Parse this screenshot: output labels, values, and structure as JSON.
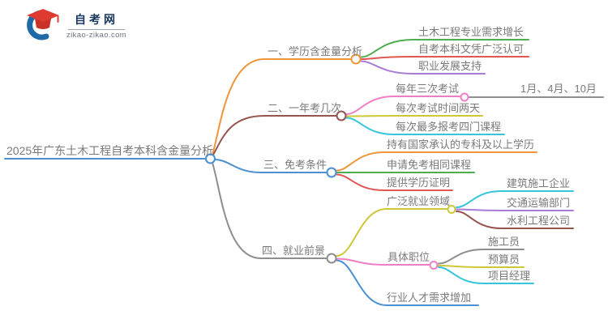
{
  "logo": {
    "site_name": "自考网",
    "site_url": "zikao-zikao.com",
    "cap_color": "#dd3b2f",
    "crescent_color": "#1e6ba8",
    "name_color": "#17375e"
  },
  "palette": {
    "text_gray": "#7a7a7a",
    "blue": "#4a90d2",
    "orange": "#f0953c",
    "maroon": "#96544e",
    "green": "#4fae51",
    "red": "#e25653",
    "purple": "#a97dd6",
    "pink": "#ef7fc5",
    "yellow": "#cdc838",
    "cyan": "#38c5da",
    "gray": "#8e8e8e",
    "background": "#ffffff"
  },
  "mindmap": {
    "root": {
      "label": "2025年广东土木工程自考本科含金量分析",
      "color": "#4a90d2"
    },
    "branches": [
      {
        "label": "一、学历含金量分析",
        "color": "#f0953c",
        "children": [
          {
            "label": "土木工程专业需求增长",
            "color": "#4fae51"
          },
          {
            "label": "自考本科文凭广泛认可",
            "color": "#e25653"
          },
          {
            "label": "职业发展支持",
            "color": "#a97dd6"
          }
        ]
      },
      {
        "label": "二、一年考几次",
        "color": "#96544e",
        "children": [
          {
            "label": "每年三次考试",
            "color": "#ef7fc5",
            "children": [
              {
                "label": "1月、4月、10月",
                "color": "#8e8e8e"
              }
            ]
          },
          {
            "label": "每次考试时间两天",
            "color": "#cdc838"
          },
          {
            "label": "每次最多报考四门课程",
            "color": "#38c5da"
          }
        ]
      },
      {
        "label": "三、免考条件",
        "color": "#4a90d2",
        "children": [
          {
            "label": "持有国家承认的专科及以上学历",
            "color": "#f0953c"
          },
          {
            "label": "申请免考相同课程",
            "color": "#4fae51"
          },
          {
            "label": "提供学历证明",
            "color": "#e25653"
          }
        ]
      },
      {
        "label": "四、就业前景",
        "color": "#8e8e8e",
        "children": [
          {
            "label": "广泛就业领域",
            "color": "#cdc838",
            "children": [
              {
                "label": "建筑施工企业",
                "color": "#38c5da"
              },
              {
                "label": "交通运输部门",
                "color": "#a97dd6"
              },
              {
                "label": "水利工程公司",
                "color": "#96544e"
              }
            ]
          },
          {
            "label": "具体职位",
            "color": "#ef7fc5",
            "children": [
              {
                "label": "施工员",
                "color": "#8e8e8e"
              },
              {
                "label": "预算员",
                "color": "#cdc838"
              },
              {
                "label": "项目经理",
                "color": "#38c5da"
              }
            ]
          },
          {
            "label": "行业人才需求增加",
            "color": "#4a90d2"
          }
        ]
      }
    ]
  }
}
